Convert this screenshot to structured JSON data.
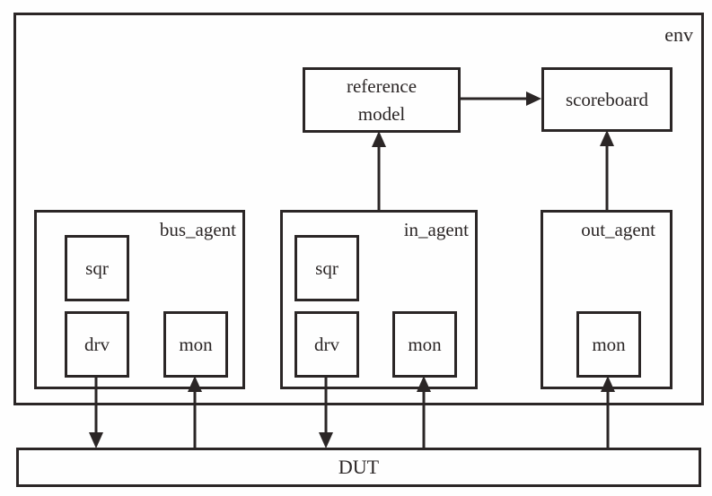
{
  "diagram": {
    "env_label": "env",
    "reference_model": {
      "line1": "reference",
      "line2": "model"
    },
    "scoreboard_label": "scoreboard",
    "dut_label": "DUT",
    "agents": [
      {
        "label": "bus_agent",
        "components": [
          "sqr",
          "drv",
          "mon"
        ]
      },
      {
        "label": "in_agent",
        "components": [
          "sqr",
          "drv",
          "mon"
        ]
      },
      {
        "label": "out_agent",
        "components": [
          "mon"
        ]
      }
    ],
    "connections": [
      {
        "from": "reference model",
        "to": "scoreboard"
      },
      {
        "from": "in_agent",
        "to": "reference model"
      },
      {
        "from": "out_agent",
        "to": "scoreboard"
      },
      {
        "from": "bus_agent.drv",
        "to": "DUT"
      },
      {
        "from": "DUT",
        "to": "bus_agent.mon"
      },
      {
        "from": "in_agent.drv",
        "to": "DUT"
      },
      {
        "from": "DUT",
        "to": "in_agent.mon"
      },
      {
        "from": "DUT",
        "to": "out_agent.mon"
      }
    ],
    "colors": {
      "line": "#2b2626",
      "background": "#ffffff"
    }
  }
}
